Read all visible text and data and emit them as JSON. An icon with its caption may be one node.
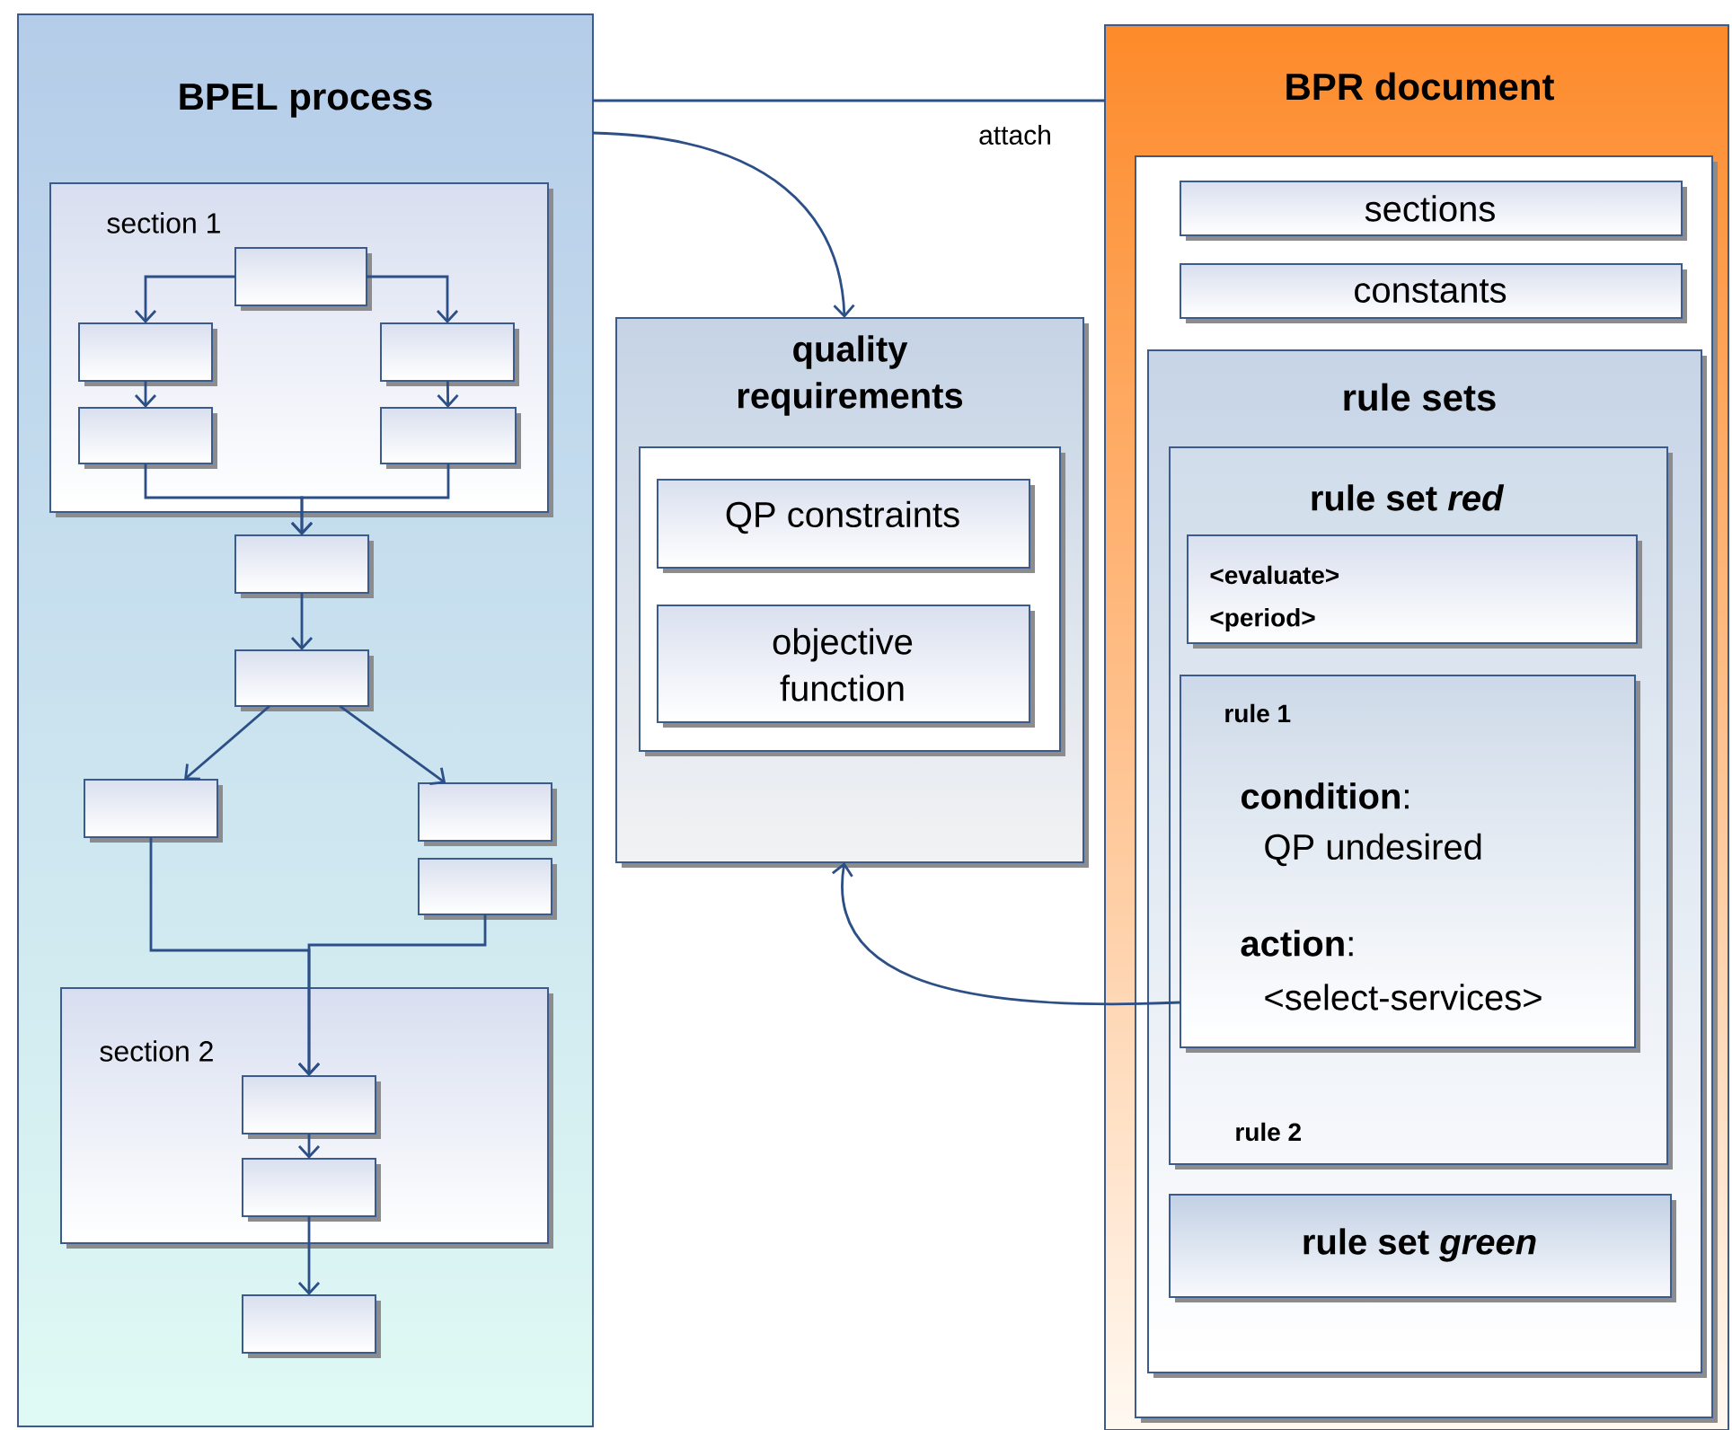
{
  "diagram": {
    "nodes": [
      {
        "text": [
          "BPEL process"
        ]
      },
      {
        "text": [
          "section 1"
        ],
        "in": 0
      },
      {
        "text": [],
        "shape": "box",
        "in": 1
      },
      {
        "text": [],
        "shape": "box",
        "in": 1
      },
      {
        "text": [],
        "shape": "box",
        "in": 1
      },
      {
        "text": [],
        "shape": "box",
        "in": 1
      },
      {
        "text": [],
        "shape": "box",
        "in": 1
      },
      {
        "text": [],
        "shape": "box",
        "in": 0
      },
      {
        "text": [],
        "shape": "box",
        "in": 0
      },
      {
        "text": [],
        "shape": "box",
        "in": 0
      },
      {
        "text": [],
        "shape": "box",
        "in": 0
      },
      {
        "text": [],
        "shape": "box",
        "in": 0
      },
      {
        "text": [
          "section 2"
        ],
        "in": 0
      },
      {
        "text": [],
        "shape": "box",
        "in": 12
      },
      {
        "text": [],
        "shape": "box",
        "in": 12
      },
      {
        "text": [],
        "shape": "box",
        "in": 0
      },
      {
        "text": [
          "quality requirements"
        ]
      },
      {
        "text": [],
        "shape": "box",
        "in": 16
      },
      {
        "text": [
          "QP constraints"
        ],
        "in": 17
      },
      {
        "text": [
          "objective function"
        ],
        "in": 17
      },
      {
        "text": [
          "BPR document"
        ]
      },
      {
        "text": [],
        "shape": "box",
        "in": 20
      },
      {
        "text": [
          "sections"
        ],
        "in": 21
      },
      {
        "text": [
          "constants"
        ],
        "in": 21
      },
      {
        "text": [
          "rule sets"
        ],
        "in": 21
      },
      {
        "text": [
          "rule set *red*",
          "rule 2"
        ],
        "in": 24
      },
      {
        "text": [
          "<evaluate>",
          "<period>"
        ],
        "in": 25
      },
      {
        "text": [
          "rule 1",
          "**condition**:",
          "QP undesired",
          "**action**:",
          "<select-services>"
        ],
        "in": 25
      },
      {
        "text": [
          "rule set *green*"
        ],
        "in": 24
      }
    ],
    "edges": [
      {
        "from": 2,
        "to": 3,
        "arrow": "to"
      },
      {
        "from": 2,
        "to": 4,
        "arrow": "to"
      },
      {
        "from": 3,
        "to": 5,
        "arrow": "to"
      },
      {
        "from": 4,
        "to": 6,
        "arrow": "to"
      },
      {
        "from": 5,
        "to": 7,
        "arrow": "to"
      },
      {
        "from": 6,
        "to": 7,
        "arrow": "to"
      },
      {
        "from": 7,
        "to": 8,
        "arrow": "to"
      },
      {
        "from": 8,
        "to": 9,
        "arrow": "to"
      },
      {
        "from": 8,
        "to": 10,
        "arrow": "to"
      },
      {
        "from": 9,
        "to": 13,
        "arrow": "to"
      },
      {
        "from": 11,
        "to": 13,
        "arrow": "to"
      },
      {
        "from": 13,
        "to": 14,
        "arrow": "to"
      },
      {
        "from": 14,
        "to": 15,
        "arrow": "to"
      },
      {
        "from": 0,
        "to": 20,
        "arrow": "none",
        "label": "attach"
      },
      {
        "from": 0,
        "to": 16,
        "arrow": "to"
      },
      {
        "from": 27,
        "to": 16,
        "arrow": "to"
      }
    ]
  }
}
